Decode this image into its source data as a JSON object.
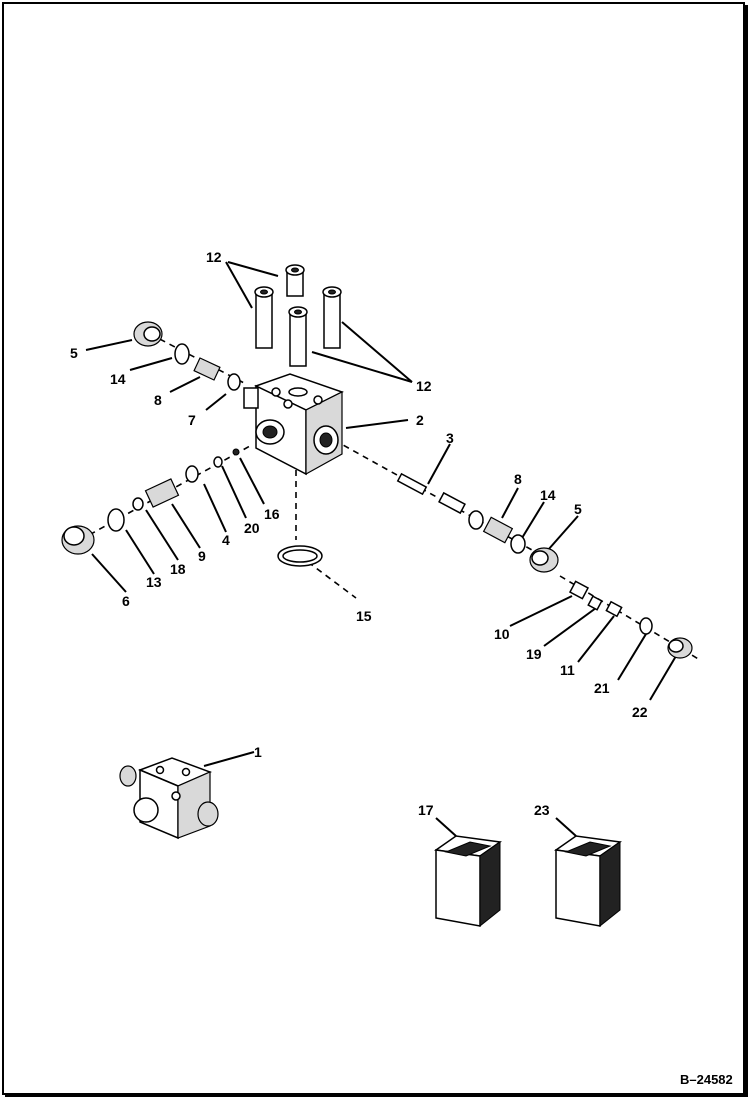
{
  "callouts": {
    "c1": "1",
    "c2": "2",
    "c3": "3",
    "c4": "4",
    "c5a": "5",
    "c5b": "5",
    "c6": "6",
    "c7": "7",
    "c8a": "8",
    "c8b": "8",
    "c9": "9",
    "c10": "10",
    "c11": "11",
    "c12a": "12",
    "c12b": "12",
    "c13": "13",
    "c14a": "14",
    "c14b": "14",
    "c15": "15",
    "c16": "16",
    "c17": "17",
    "c18": "18",
    "c19": "19",
    "c20": "20",
    "c21": "21",
    "c22": "22",
    "c23": "23"
  },
  "reference_number": "B–24582"
}
